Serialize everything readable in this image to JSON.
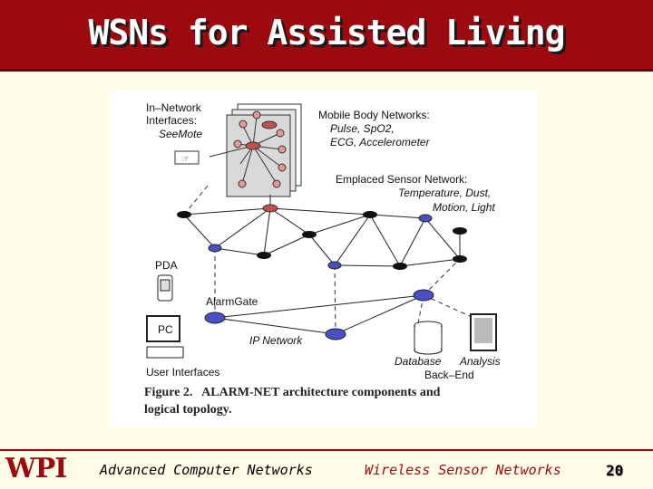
{
  "slide": {
    "title": "WSNs for Assisted Living",
    "footer_left": "Advanced Computer Networks",
    "footer_center": "Wireless Sensor Networks",
    "page_number": "20",
    "logo_text": "WPI"
  },
  "figure": {
    "in_network_line1": "In–Network",
    "in_network_line2": "Interfaces:",
    "in_network_line3": "SeeMote",
    "mobile_title": "Mobile Body Networks:",
    "mobile_line1": "Pulse, SpO2,",
    "mobile_line2": "ECG, Accelerometer",
    "emplaced_title": "Emplaced Sensor Network:",
    "emplaced_line1": "Temperature, Dust,",
    "emplaced_line2": "Motion, Light",
    "pda": "PDA",
    "alarmgate": "AlarmGate",
    "pc": "PC",
    "ip_network": "IP Network",
    "user_interfaces": "User Interfaces",
    "database": "Database",
    "analysis": "Analysis",
    "backend": "Back–End",
    "caption_line1": "Figure 2.   ALARM-NET architecture components and",
    "caption_line2": "logical topology."
  },
  "colors": {
    "title_bar": "#9c0a0f",
    "background": "#fffde7",
    "node_black": "#111111",
    "node_blue": "#4b4fc4",
    "node_red": "#c0504d"
  }
}
